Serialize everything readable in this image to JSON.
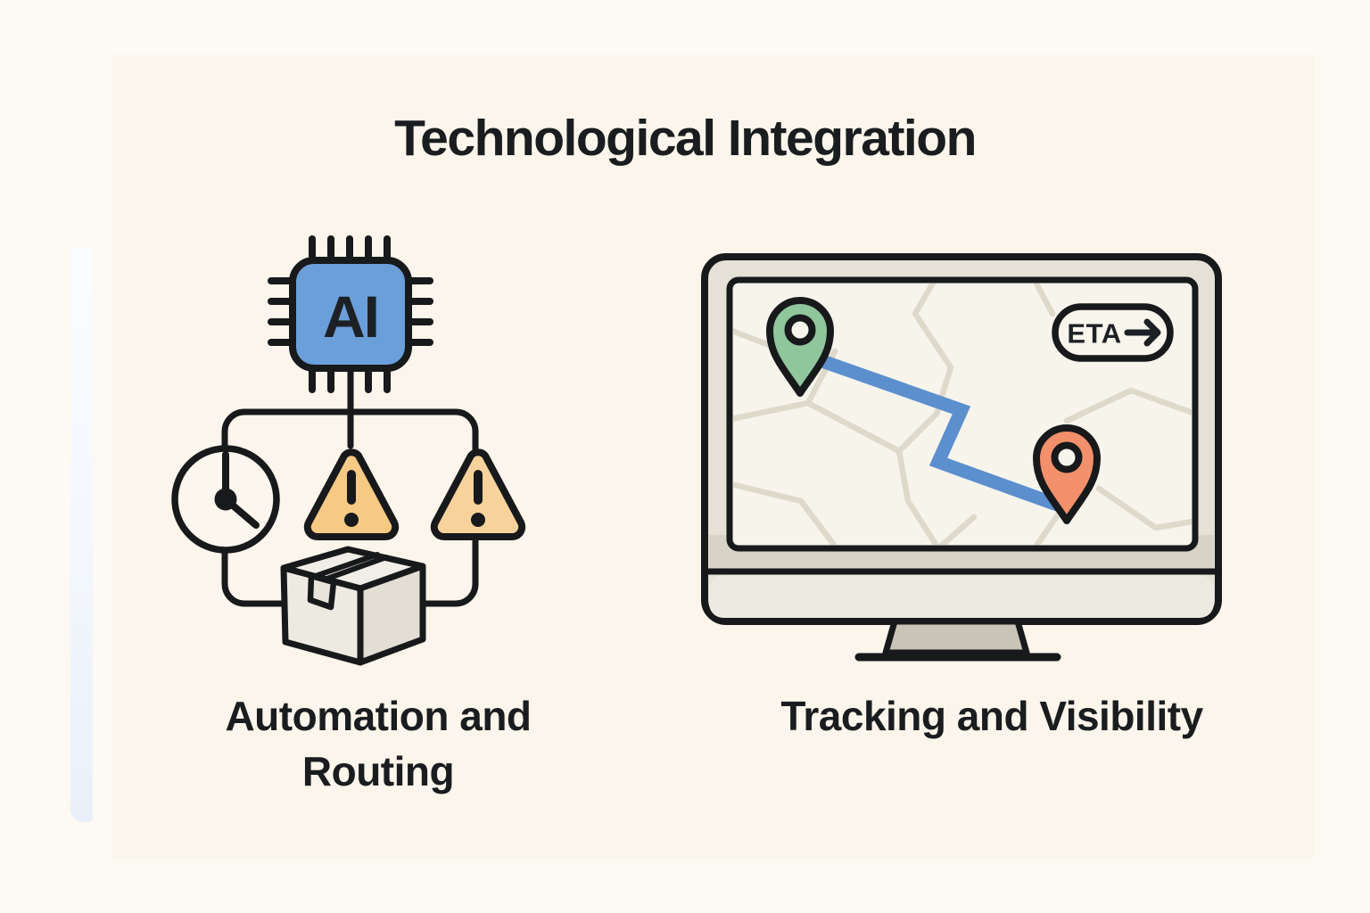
{
  "page": {
    "title": "Technological Integration"
  },
  "left_panel": {
    "chip_label": "AI",
    "caption_line1": "Automation and",
    "caption_line2": "Routing"
  },
  "right_panel": {
    "caption": "Tracking and Visibility",
    "eta_label": "ETA"
  },
  "colors": {
    "chip_blue": "#6b9fda",
    "warning_tan": "#f6c985",
    "warning_tan_2": "#f8d29b",
    "pin_green": "#90c69c",
    "pin_orange": "#f2906c",
    "route_blue": "#5b8fce",
    "outline_black": "#17191b",
    "text_dark": "#1a1d1f",
    "background_outer": "#fdf9f3",
    "background_card": "#fbf5eb"
  },
  "icons": {
    "ai-chip-icon": "microchip with AI label",
    "clock-icon": "analog clock",
    "warning-icon": "rounded warning triangle with exclamation mark",
    "package-box-icon": "cardboard shipping box",
    "monitor-icon": "desktop monitor",
    "origin-pin-icon": "green map location pin",
    "destination-pin-icon": "orange map location pin",
    "route-line-icon": "blue zigzag route line",
    "eta-arrow-icon": "→"
  }
}
